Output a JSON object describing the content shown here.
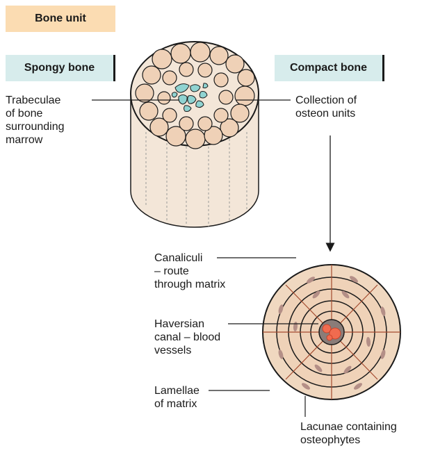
{
  "headers": {
    "bone_unit": "Bone unit",
    "spongy_bone": "Spongy bone",
    "compact_bone": "Compact bone"
  },
  "labels": {
    "trabeculae": "Trabeculae\nof bone\nsurrounding\nmarrow",
    "osteon_collection": "Collection of\nosteon units",
    "canaliculi": "Canaliculi\n– route\nthrough matrix",
    "haversian": "Haversian\ncanal – blood\nvessels",
    "lamellae": "Lamellae\nof matrix",
    "lacunae": "Lacunae containing\nosteophytes"
  },
  "colors": {
    "header_fill": "#fbdcb2",
    "subheader_fill": "#d7ecec",
    "bone_fill": "#f3e6d8",
    "osteon_fill": "#efd1b7",
    "marrow_fill": "#8fd3d1",
    "lacuna_fill": "#b48f87",
    "canal_fill": "#8a7c78",
    "vessel_fill": "#f06b4f",
    "canaliculi_line": "#a34a2e"
  }
}
